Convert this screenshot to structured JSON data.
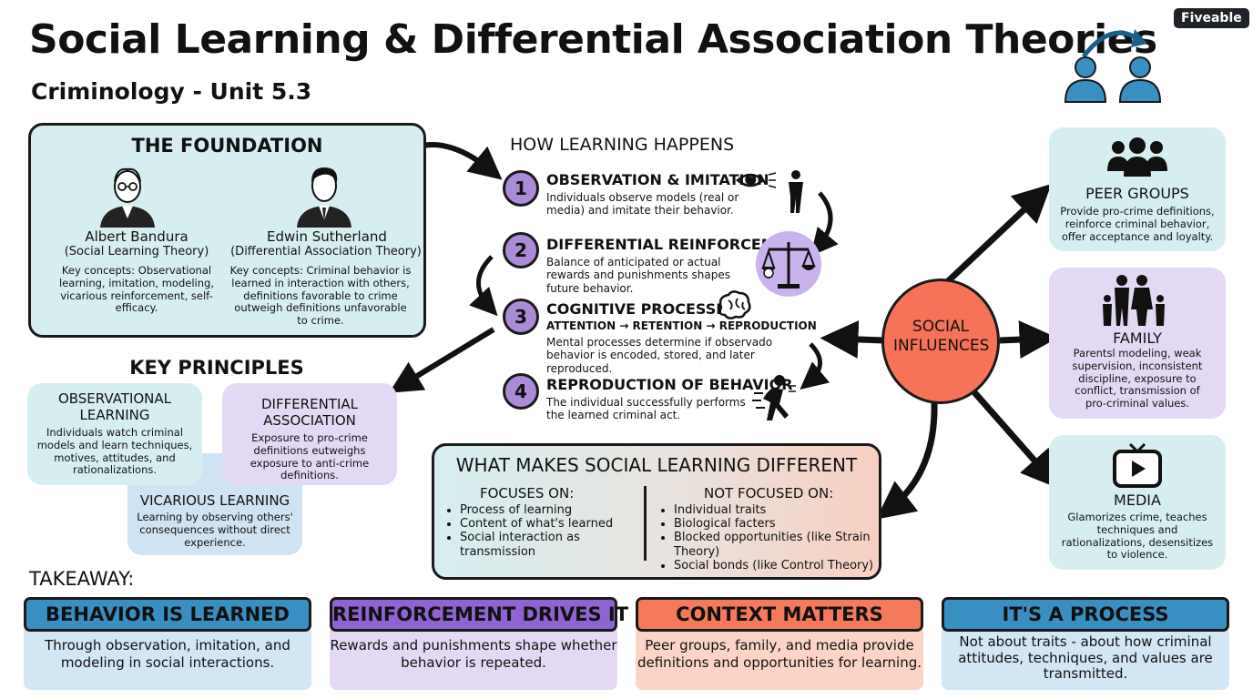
{
  "header": {
    "title": "Social Learning & Differential Association Theories",
    "subtitle": "Criminology - Unit 5.3",
    "brand": "Fiveable"
  },
  "foundation": {
    "heading": "THE FOUNDATION",
    "people": [
      {
        "name": "Albert Bandura",
        "theory": "(Social Learning Theory)",
        "concepts": "Key concepts: Observational learning, imitation, modeling, vicarious reinforcement, self-efficacy."
      },
      {
        "name": "Edwin Sutherland",
        "theory": "(Differential Association Theory)",
        "concepts": "Key concepts: Criminal behavior is learned in interaction with others, definitions favorable to crime outweigh definitions unfavorable to crime."
      }
    ]
  },
  "learning": {
    "heading": "HOW LEARNING HAPPENS",
    "steps": [
      {
        "num": "1",
        "title": "OBSERVATION & IMITATION",
        "desc": "Individuals observe models (real or media) and imitate their behavior."
      },
      {
        "num": "2",
        "title": "DIFFERENTIAL REINFORCEMENT",
        "desc": "Balance of anticipated or actual rewards and punishments shapes future behavior."
      },
      {
        "num": "3",
        "title": "COGNITIVE PROCESSING",
        "subtitle": "ATTENTION → RETENTION → REPRODUCTION",
        "desc": "Mental processes determine if observado behavior is encoded, stored, and later reproduced."
      },
      {
        "num": "4",
        "title": "REPRODUCTION OF BEHAVIOR",
        "desc": "The individual successfully performs the learned criminal act."
      }
    ]
  },
  "principles": {
    "heading": "KEY PRINCIPLES",
    "items": [
      {
        "title": "OBSERVATIONAL LEARNING",
        "desc": "Individuals watch criminal models and learn techniques, motives, attitudes, and rationalizations."
      },
      {
        "title": "DIFFERENTIAL ASSOCIATION",
        "desc": "Exposure to pro-crime definitions eutweighs exposure to anti-crime definitions."
      },
      {
        "title": "VICARIOUS LEARNING",
        "desc": "Learning by observing others' consequences without direct experience."
      }
    ]
  },
  "different": {
    "heading": "WHAT MAKES SOCIAL LEARNING DIFFERENT",
    "focus_heading": "FOCUSES ON:",
    "focus": [
      "Process of learning",
      "Content of what's learned",
      "Social interaction as transmission"
    ],
    "not_heading": "NOT FOCUSED ON:",
    "not_focus": [
      "Individual traits",
      "Biological facters",
      "Blocked opportunities (like Strain Theory)",
      "Social bonds (like Control Theory)"
    ]
  },
  "influences": {
    "center": "SOCIAL INFLUENCES",
    "items": [
      {
        "title": "PEER GROUPS",
        "desc": "Provide pro-crime definitions, reinforce criminal behavior, offer acceptance and loyalty."
      },
      {
        "title": "FAMILY",
        "desc": "Parentsl modeling, weak supervision, inconsistent discipline, exposure to conflict, transmission of pro-criminal values."
      },
      {
        "title": "MEDIA",
        "desc": "Glamorizes crime, teaches techniques and rationalizations, desensitizes to violence."
      }
    ]
  },
  "takeaway": {
    "label": "TAKEAWAY:",
    "cards": [
      {
        "title": "BEHAVIOR IS LEARNED",
        "desc": "Through observation, imitation, and modeling in social interactions."
      },
      {
        "title": "REINFORCEMENT DRIVES IT",
        "desc": "Rewards and punishments shape whether behavior is repeated."
      },
      {
        "title": "CONTEXT MATTERS",
        "desc": "Peer groups, family, and media provide definitions and opportunities for learning."
      },
      {
        "title": "IT'S A PROCESS",
        "desc": "Not about traits - about how criminal attitudes, techniques, and values are transmitted."
      }
    ]
  },
  "colors": {
    "teal": "#d7eef0",
    "lavender": "#e3d9f4",
    "blue": "#cfe3f2",
    "peach": "#f7d0c2",
    "header_blue": "#3a8fc2",
    "header_purple": "#8f64d2",
    "header_orange": "#f47a5b",
    "center_orange": "#f6735a"
  }
}
